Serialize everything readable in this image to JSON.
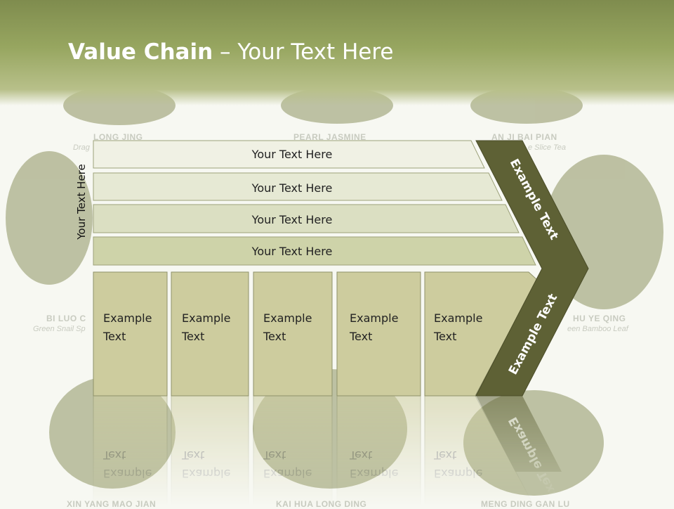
{
  "title": {
    "bold": "Value Chain",
    "rest": " – Your Text Here"
  },
  "side_label": "Your Text Here",
  "bars": [
    "Your Text Here",
    "Your Text Here",
    "Your Text Here",
    "Your Text Here"
  ],
  "columns": [
    [
      "Example",
      "Text"
    ],
    [
      "Example",
      "Text"
    ],
    [
      "Example",
      "Text"
    ],
    [
      "Example",
      "Text"
    ],
    [
      "Example",
      "Text"
    ]
  ],
  "arrow_top": "Example Text",
  "arrow_bottom": "Example Text",
  "captions": {
    "long_jing": "LONG JING",
    "long_jing_sub": "Drag",
    "pearl_jasmine": "PEARL JASMINE",
    "an_ji": "AN JI BAI PIAN",
    "an_ji_sub": "e Slice Tea",
    "bi_luo": "BI LUO C",
    "bi_luo_sub": "Green Snail Sp",
    "zhu_ye": "HU YE QING",
    "zhu_ye_sub": "een Bamboo Leaf",
    "xin_yang": "XIN YANG MAO JIAN",
    "kai_hua": "KAI HUA LONG DING",
    "meng_ding": "MENG DING GAN LU"
  },
  "colors": {
    "title_band": "#97a660",
    "bar_fills": [
      "#f0f1e4",
      "#e6e9d4",
      "#dbdfc2",
      "#ced3a9"
    ],
    "column_fill": "#cdcc9e",
    "arrow_fill": "#5e6135"
  }
}
